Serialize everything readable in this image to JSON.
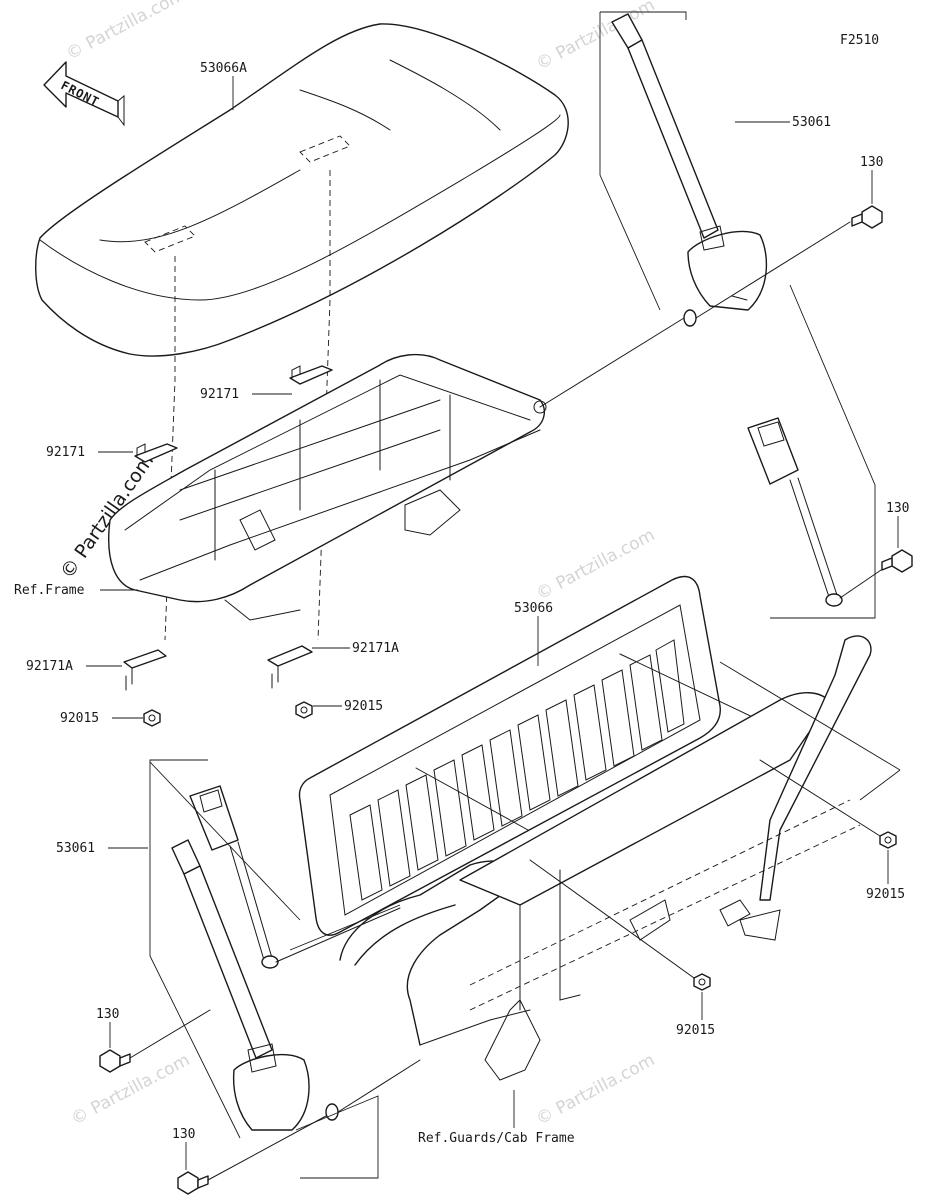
{
  "diagram": {
    "figure_code": "F2510",
    "front_label": "FRONT",
    "watermark": "© Partzilla.com",
    "callouts": {
      "seat_cushion": "53066A",
      "seat_back": "53066",
      "belt_right": "53061",
      "belt_left": "53061",
      "bolt_top": "130",
      "bolt_mid": "130",
      "bolt_bot_upper": "130",
      "bolt_bot_lower": "130",
      "bracket_upper_mid": "92171",
      "bracket_upper_left": "92171",
      "bracket_lower_left": "92171A",
      "bracket_lower_mid": "92171A",
      "nut_left": "92015",
      "nut_mid": "92015",
      "nut_right": "92015",
      "nut_center": "92015"
    },
    "references": {
      "frame": "Ref.Frame",
      "guards": "Ref.Guards/Cab Frame"
    }
  }
}
